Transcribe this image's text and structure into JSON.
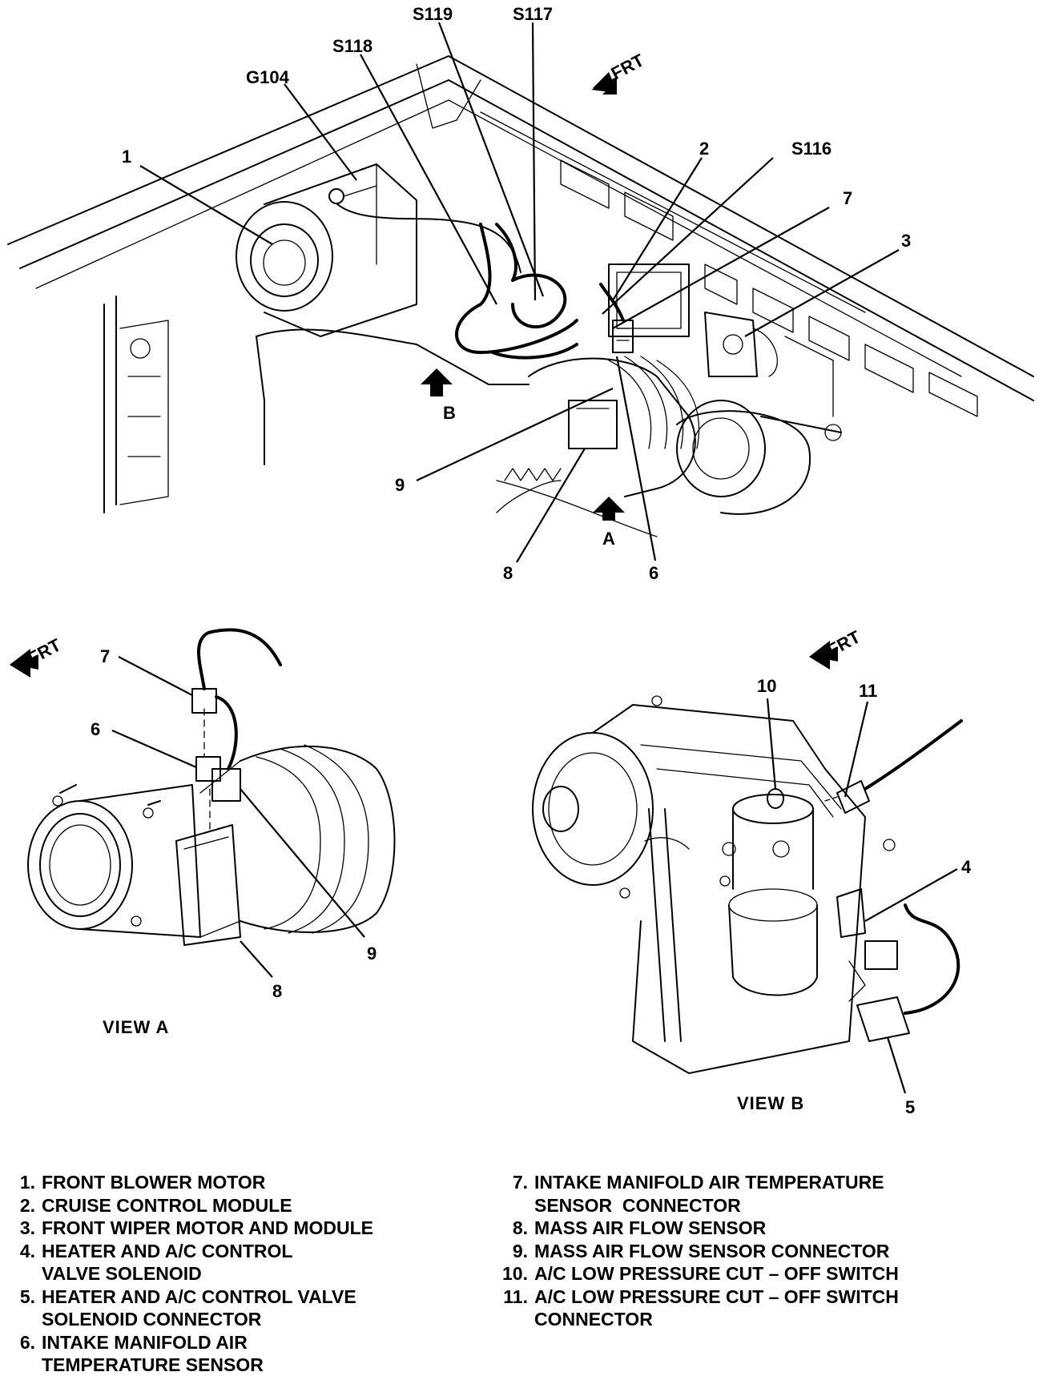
{
  "diagram": {
    "callouts_top": {
      "s119": "S119",
      "s117": "S117",
      "s118": "S118",
      "g104": "G104",
      "s116": "S116",
      "n1": "1",
      "n2": "2",
      "n3": "3",
      "n6": "6",
      "n7": "7",
      "n8": "8",
      "n9": "9",
      "frt": "FRT",
      "arrow_a": "A",
      "arrow_b": "B"
    },
    "view_a": {
      "title": "VIEW  A",
      "frt": "FRT",
      "n6": "6",
      "n7": "7",
      "n8": "8",
      "n9": "9"
    },
    "view_b": {
      "title": "VIEW  B",
      "frt": "FRT",
      "n4": "4",
      "n5": "5",
      "n10": "10",
      "n11": "11"
    }
  },
  "legend": {
    "left": [
      {
        "num": "1.",
        "text": "FRONT BLOWER MOTOR"
      },
      {
        "num": "2.",
        "text": "CRUISE CONTROL MODULE"
      },
      {
        "num": "3.",
        "text": "FRONT WIPER MOTOR AND MODULE"
      },
      {
        "num": "4.",
        "text": "HEATER AND A/C CONTROL"
      },
      {
        "num": "",
        "text": "VALVE SOLENOID"
      },
      {
        "num": "5.",
        "text": "HEATER AND A/C CONTROL VALVE"
      },
      {
        "num": "",
        "text": "SOLENOID CONNECTOR"
      },
      {
        "num": "6.",
        "text": "INTAKE MANIFOLD AIR"
      },
      {
        "num": "",
        "text": "TEMPERATURE SENSOR"
      }
    ],
    "right": [
      {
        "num": "7.",
        "text": "INTAKE MANIFOLD AIR TEMPERATURE"
      },
      {
        "num": "",
        "text": "SENSOR  CONNECTOR"
      },
      {
        "num": "8.",
        "text": "MASS AIR FLOW SENSOR"
      },
      {
        "num": "9.",
        "text": "MASS AIR FLOW SENSOR CONNECTOR"
      },
      {
        "num": "10.",
        "text": "A/C LOW PRESSURE CUT – OFF SWITCH"
      },
      {
        "num": "11.",
        "text": "A/C LOW PRESSURE CUT – OFF SWITCH"
      },
      {
        "num": "",
        "text": "CONNECTOR"
      }
    ]
  }
}
